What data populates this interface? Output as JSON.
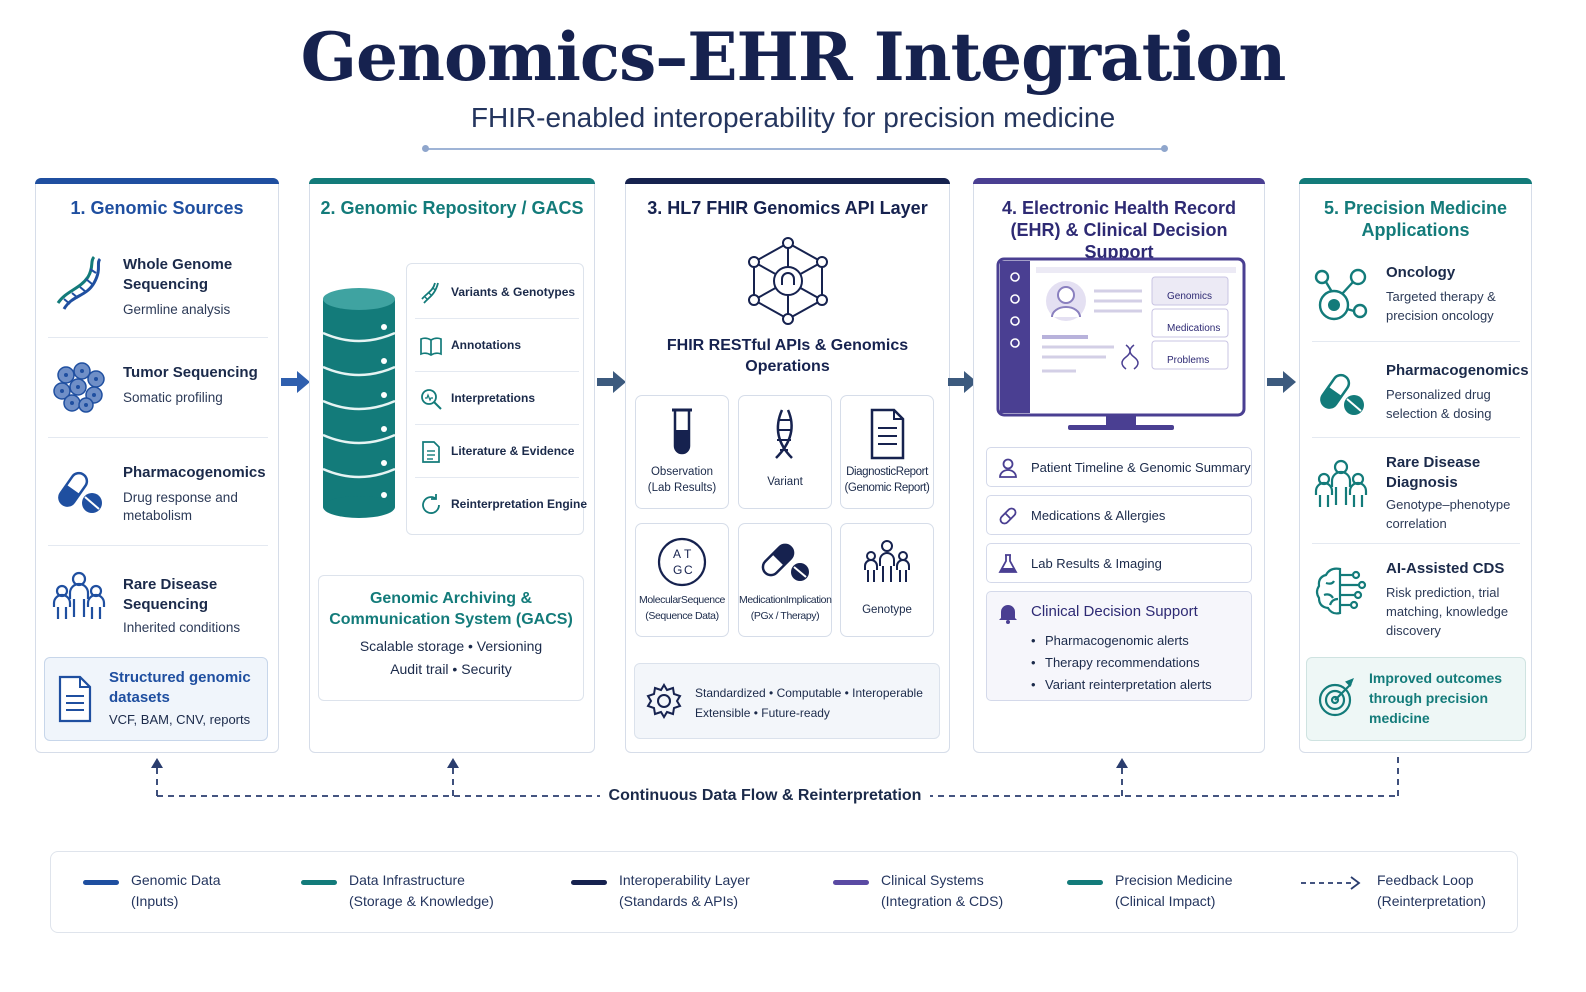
{
  "header": {
    "title": "Genomics–EHR Integration",
    "subtitle": "FHIR-enabled interoperability for precision medicine"
  },
  "colors": {
    "genomic": "#1f4fa0",
    "infrastructure": "#137b7a",
    "interop": "#16224f",
    "clinical": "#4a3f92",
    "precision": "#137b7a"
  },
  "panels": {
    "sources": {
      "title": "1. Genomic Sources",
      "items": [
        {
          "label": "Whole Genome Sequencing",
          "sub": "Germline analysis",
          "icon": "dna-icon"
        },
        {
          "label": "Tumor Sequencing",
          "sub": "Somatic profiling",
          "icon": "cells-icon"
        },
        {
          "label": "Pharmacogenomics",
          "sub": "Drug response and metabolism",
          "icon": "pill-icon"
        },
        {
          "label": "Rare Disease Sequencing",
          "sub": "Inherited conditions",
          "icon": "family-icon"
        }
      ],
      "structured": {
        "label": "Structured genomic datasets",
        "sub": "VCF, BAM, CNV, reports",
        "icon": "document-icon"
      }
    },
    "repository": {
      "title": "2. Genomic Repository / GACS",
      "items": [
        {
          "label": "Variants & Genotypes",
          "icon": "dna-icon"
        },
        {
          "label": "Annotations",
          "icon": "book-icon"
        },
        {
          "label": "Interpretations",
          "icon": "magnifier-icon"
        },
        {
          "label": "Literature & Evidence",
          "icon": "document-icon"
        },
        {
          "label": "Reinterpretation Engine",
          "icon": "refresh-icon"
        }
      ],
      "gacs": {
        "title": "Genomic Archiving & Communication System (GACS)",
        "line1": "Scalable storage • Versioning",
        "line2": "Audit trail • Security"
      }
    },
    "fhir": {
      "title": "3. HL7 FHIR Genomics API Layer",
      "apis": "FHIR RESTful APIs & Genomics Operations",
      "resources": [
        {
          "label": "Observation",
          "sub": "(Lab Results)",
          "icon": "test-tube-icon"
        },
        {
          "label": "Variant",
          "sub": "",
          "icon": "dna-icon"
        },
        {
          "label": "DiagnosticReport",
          "sub": "(Genomic Report)",
          "icon": "report-icon"
        },
        {
          "label": "MolecularSequence",
          "sub": "(Sequence Data)",
          "icon": "atgc-icon"
        },
        {
          "label": "MedicationImplication",
          "sub": "(PGx / Therapy)",
          "icon": "pill-icon"
        },
        {
          "label": "Genotype",
          "sub": "",
          "icon": "family-icon"
        }
      ],
      "standards": {
        "line1": "Standardized • Computable • Interoperable",
        "line2": "Extensible • Future-ready"
      }
    },
    "ehr": {
      "title": "4. Electronic Health Record (EHR) & Clinical Decision Support",
      "screen_tabs": [
        "Genomics",
        "Medications",
        "Problems"
      ],
      "rows": [
        {
          "label": "Patient Timeline & Genomic Summary",
          "icon": "person-icon"
        },
        {
          "label": "Medications & Allergies",
          "icon": "capsule-icon"
        },
        {
          "label": "Lab Results & Imaging",
          "icon": "flask-icon"
        }
      ],
      "cds": {
        "title": "Clinical Decision Support",
        "items": [
          "Pharmacogenomic alerts",
          "Therapy recommendations",
          "Variant reinterpretation alerts"
        ]
      }
    },
    "applications": {
      "title": "5. Precision Medicine Applications",
      "items": [
        {
          "label": "Oncology",
          "sub": "Targeted therapy & precision oncology",
          "icon": "molecule-icon"
        },
        {
          "label": "Pharmacogenomics",
          "sub": "Personalized drug selection & dosing",
          "icon": "pill-icon"
        },
        {
          "label": "Rare Disease Diagnosis",
          "sub": "Genotype–phenotype correlation",
          "icon": "family-icon"
        },
        {
          "label": "AI-Assisted CDS",
          "sub": "Risk prediction, trial matching, knowledge discovery",
          "icon": "brain-icon"
        }
      ],
      "outcome": {
        "label": "Improved outcomes through precision medicine",
        "icon": "target-icon"
      }
    }
  },
  "flow_label": "Continuous Data Flow & Reinterpretation",
  "legend": [
    {
      "line1": "Genomic Data",
      "line2": "(Inputs)",
      "color": "#1f4fa0",
      "style": "solid"
    },
    {
      "line1": "Data Infrastructure",
      "line2": "(Storage & Knowledge)",
      "color": "#137b7a",
      "style": "solid"
    },
    {
      "line1": "Interoperability Layer",
      "line2": "(Standards & APIs)",
      "color": "#16224f",
      "style": "solid"
    },
    {
      "line1": "Clinical Systems",
      "line2": "(Integration & CDS)",
      "color": "#5a4aa3",
      "style": "solid"
    },
    {
      "line1": "Precision Medicine",
      "line2": "(Clinical Impact)",
      "color": "#137b7a",
      "style": "solid"
    },
    {
      "line1": "Feedback Loop",
      "line2": "(Reinterpretation)",
      "color": "#2a3d6e",
      "style": "dashed"
    }
  ]
}
